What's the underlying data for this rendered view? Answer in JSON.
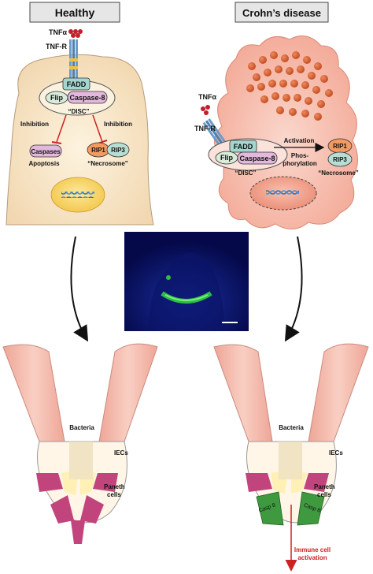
{
  "panels": {
    "healthy": {
      "title": "Healthy",
      "tnf_label": "TNFα",
      "tnfr_label": "TNF-R",
      "fadd": "FADD",
      "flip": "Flip",
      "caspase8": "Caspase-8",
      "disc": "“DISC”",
      "inhibition_left": "Inhibition",
      "inhibition_right": "Inhibition",
      "caspases": "Caspases",
      "apoptosis": "Apoptosis",
      "rip1": "RIP1",
      "rip3": "RIP3",
      "necrosome": "“Necrosome”"
    },
    "crohns": {
      "title": "Crohn’s disease",
      "tnf_label": "TNFα",
      "tnfr_label": "TNF-R",
      "fadd": "FADD",
      "flip": "Flip",
      "caspase8": "Caspase-8",
      "disc": "“DISC”",
      "activation": "Activation",
      "phos_1": "Phos-",
      "phos_2": "phorylation",
      "rip1": "RIP1",
      "rip3": "RIP3",
      "necrosome": "“Necrosome”"
    }
  },
  "crypts": {
    "left": {
      "bacteria": "Bacteria",
      "iecs": "IECs",
      "paneth_1": "Paneth",
      "paneth_2": "cells"
    },
    "right": {
      "bacteria": "Bacteria",
      "iecs": "IECs",
      "paneth_1": "Paneth",
      "paneth_2": "cells",
      "casp8_left": "Casp 8",
      "casp8_right": "Casp 8",
      "immune_1": "Immune cell",
      "immune_2": "activation"
    }
  },
  "colors": {
    "header_fill": "#e6e6e6",
    "healthy_cell": "#f8e3c2",
    "crohns_cell": "#f7b7a7",
    "granule": "#d45a2c",
    "fadd": "#a3d6cf",
    "flip": "#d8ecd9",
    "caspase": "#e3b8dd",
    "rip1": "#f39a60",
    "rip3": "#b8ded4",
    "nucleus": "#f7d266",
    "dna": "#2d6fb2",
    "villus": "#f2b7a8",
    "paneth_magenta": "#c2447c",
    "paneth_yellow": "#fff0b5",
    "casp8_green": "#3f9a3f",
    "inhibit_red": "#cc2222",
    "immune_red": "#cc2222"
  }
}
